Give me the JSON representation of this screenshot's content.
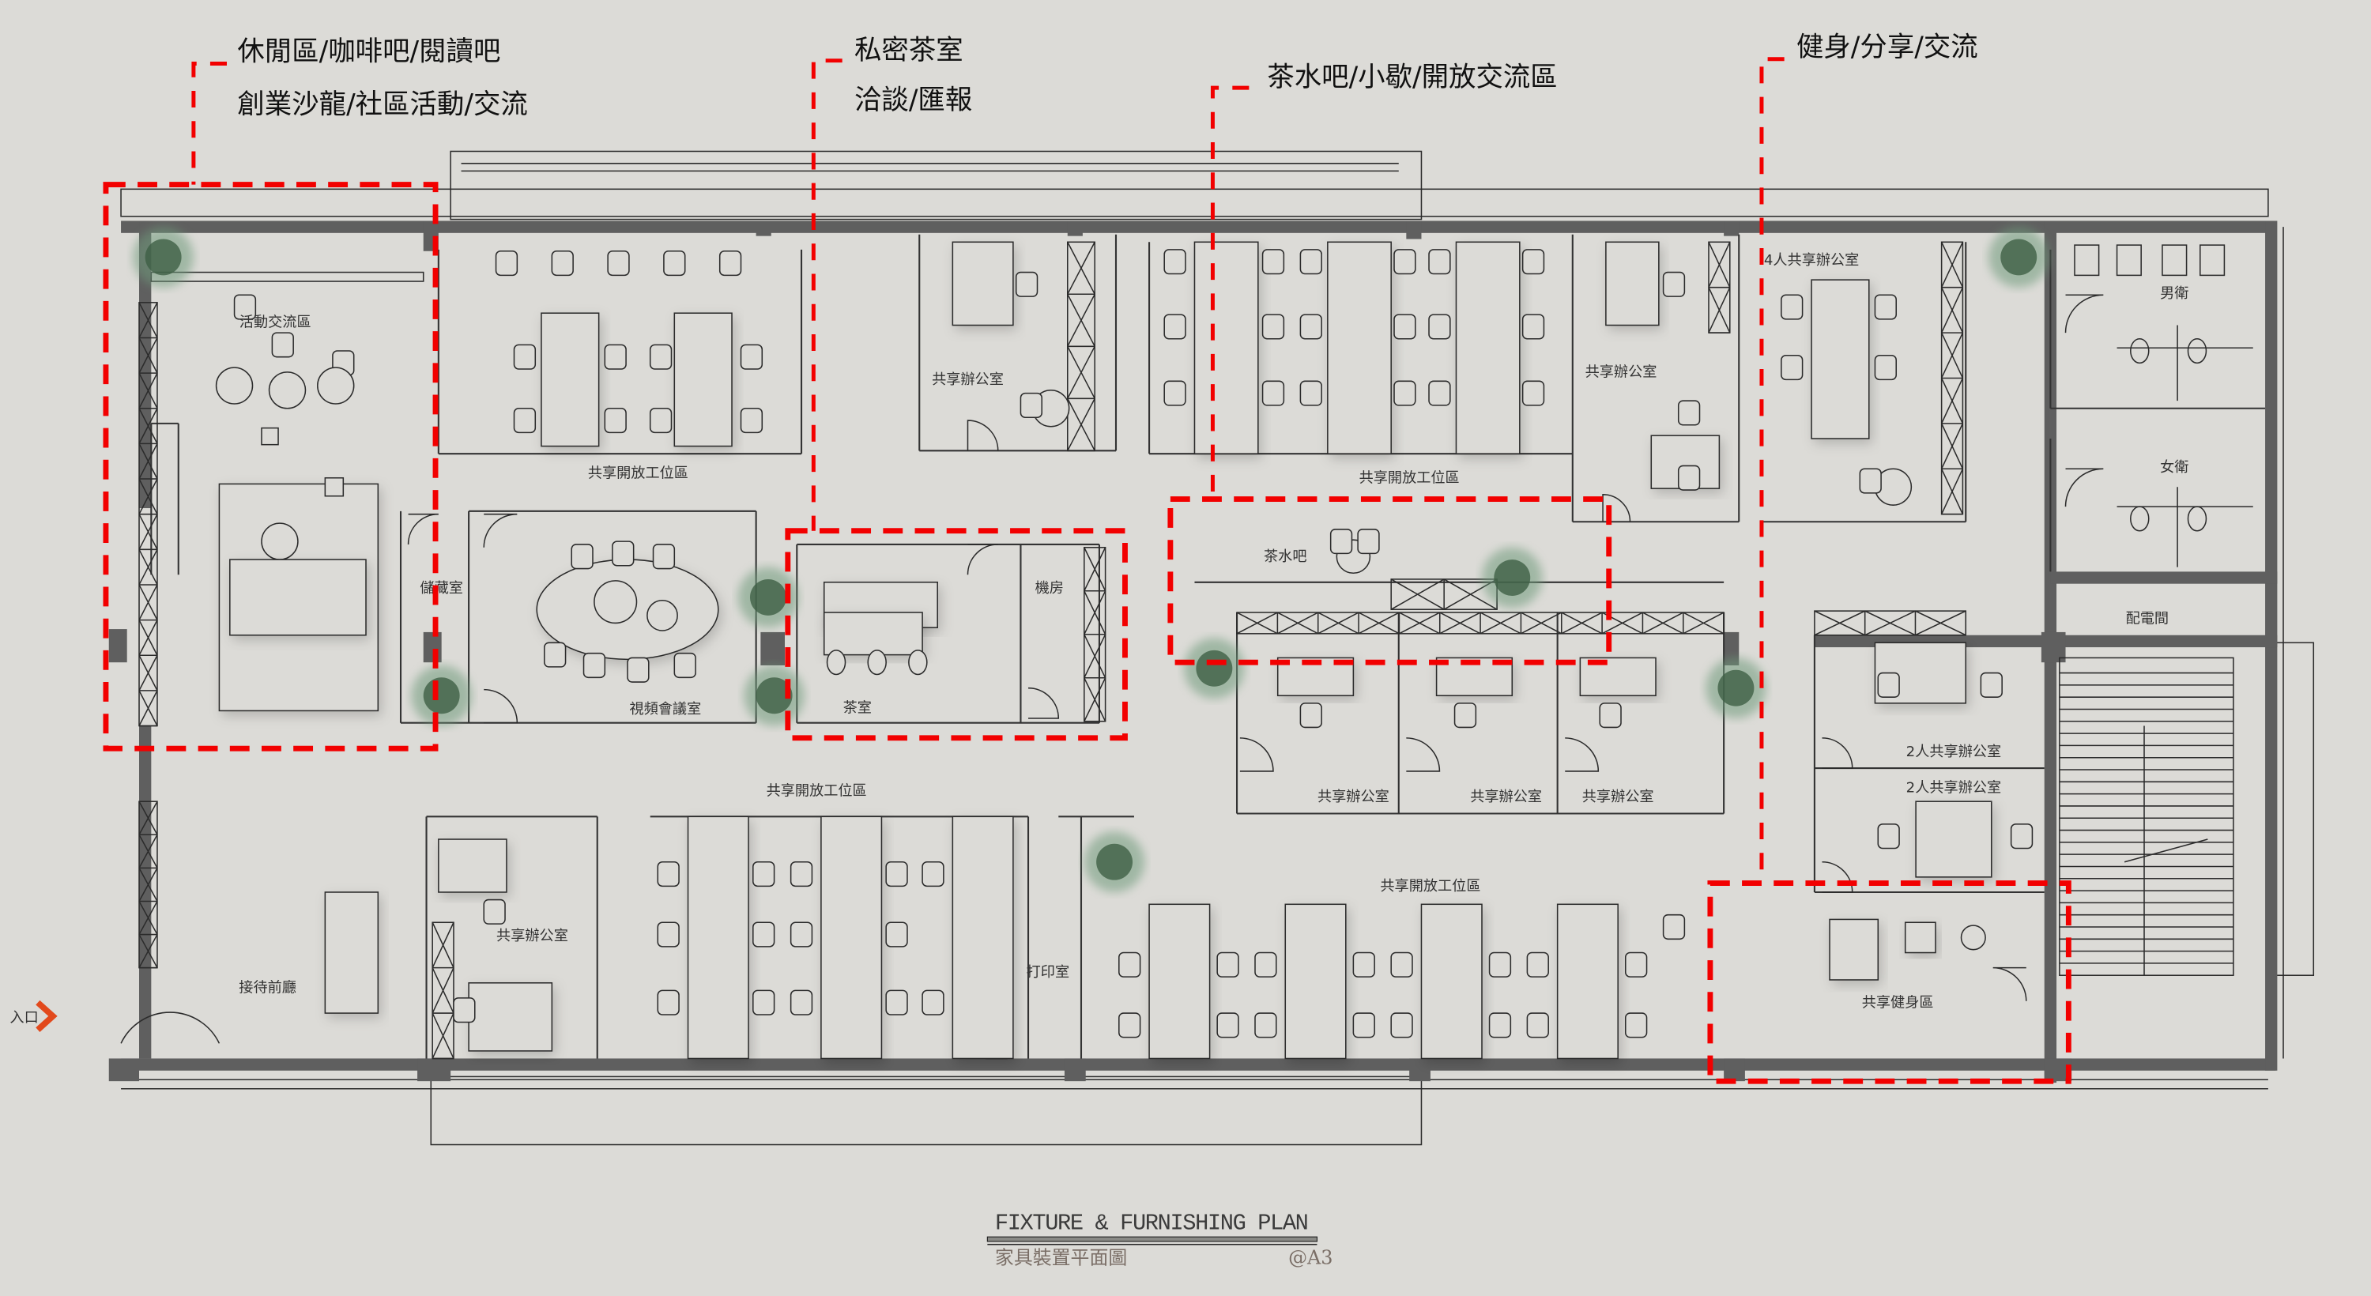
{
  "callouts": [
    {
      "lines": [
        "休閒區/咖啡吧/閱讀吧",
        "創業沙龍/社區活動/交流"
      ]
    },
    {
      "lines": [
        "私密茶室",
        "洽談/匯報"
      ]
    },
    {
      "lines": [
        "茶水吧/小歇/開放交流區"
      ]
    },
    {
      "lines": [
        "健身/分享/交流"
      ]
    }
  ],
  "rooms": [
    "活動交流區",
    "儲藏室",
    "視頻會議室",
    "茶室",
    "機房",
    "共享辦公室",
    "共享辦公室",
    "共享辦公室",
    "共享辦公室",
    "共享辦公室",
    "共享辦公室",
    "共享開放工位區",
    "共享開放工位區",
    "共享開放工位區",
    "共享開放工位區",
    "茶水吧",
    "4人共享辦公室",
    "男衛",
    "女衛",
    "配電間",
    "2人共享辦公室",
    "2人共享辦公室",
    "共享健身區",
    "接待前廳",
    "打印室",
    "入口"
  ],
  "title_block": {
    "title": "FIXTURE  &  FURNISHING  PLAN",
    "subtitle": "家具裝置平面圖",
    "scale": "@A3"
  },
  "colors": {
    "highlight": "#f20000",
    "entry_arrow": "#e2491c",
    "background": "#dcdbd7"
  }
}
